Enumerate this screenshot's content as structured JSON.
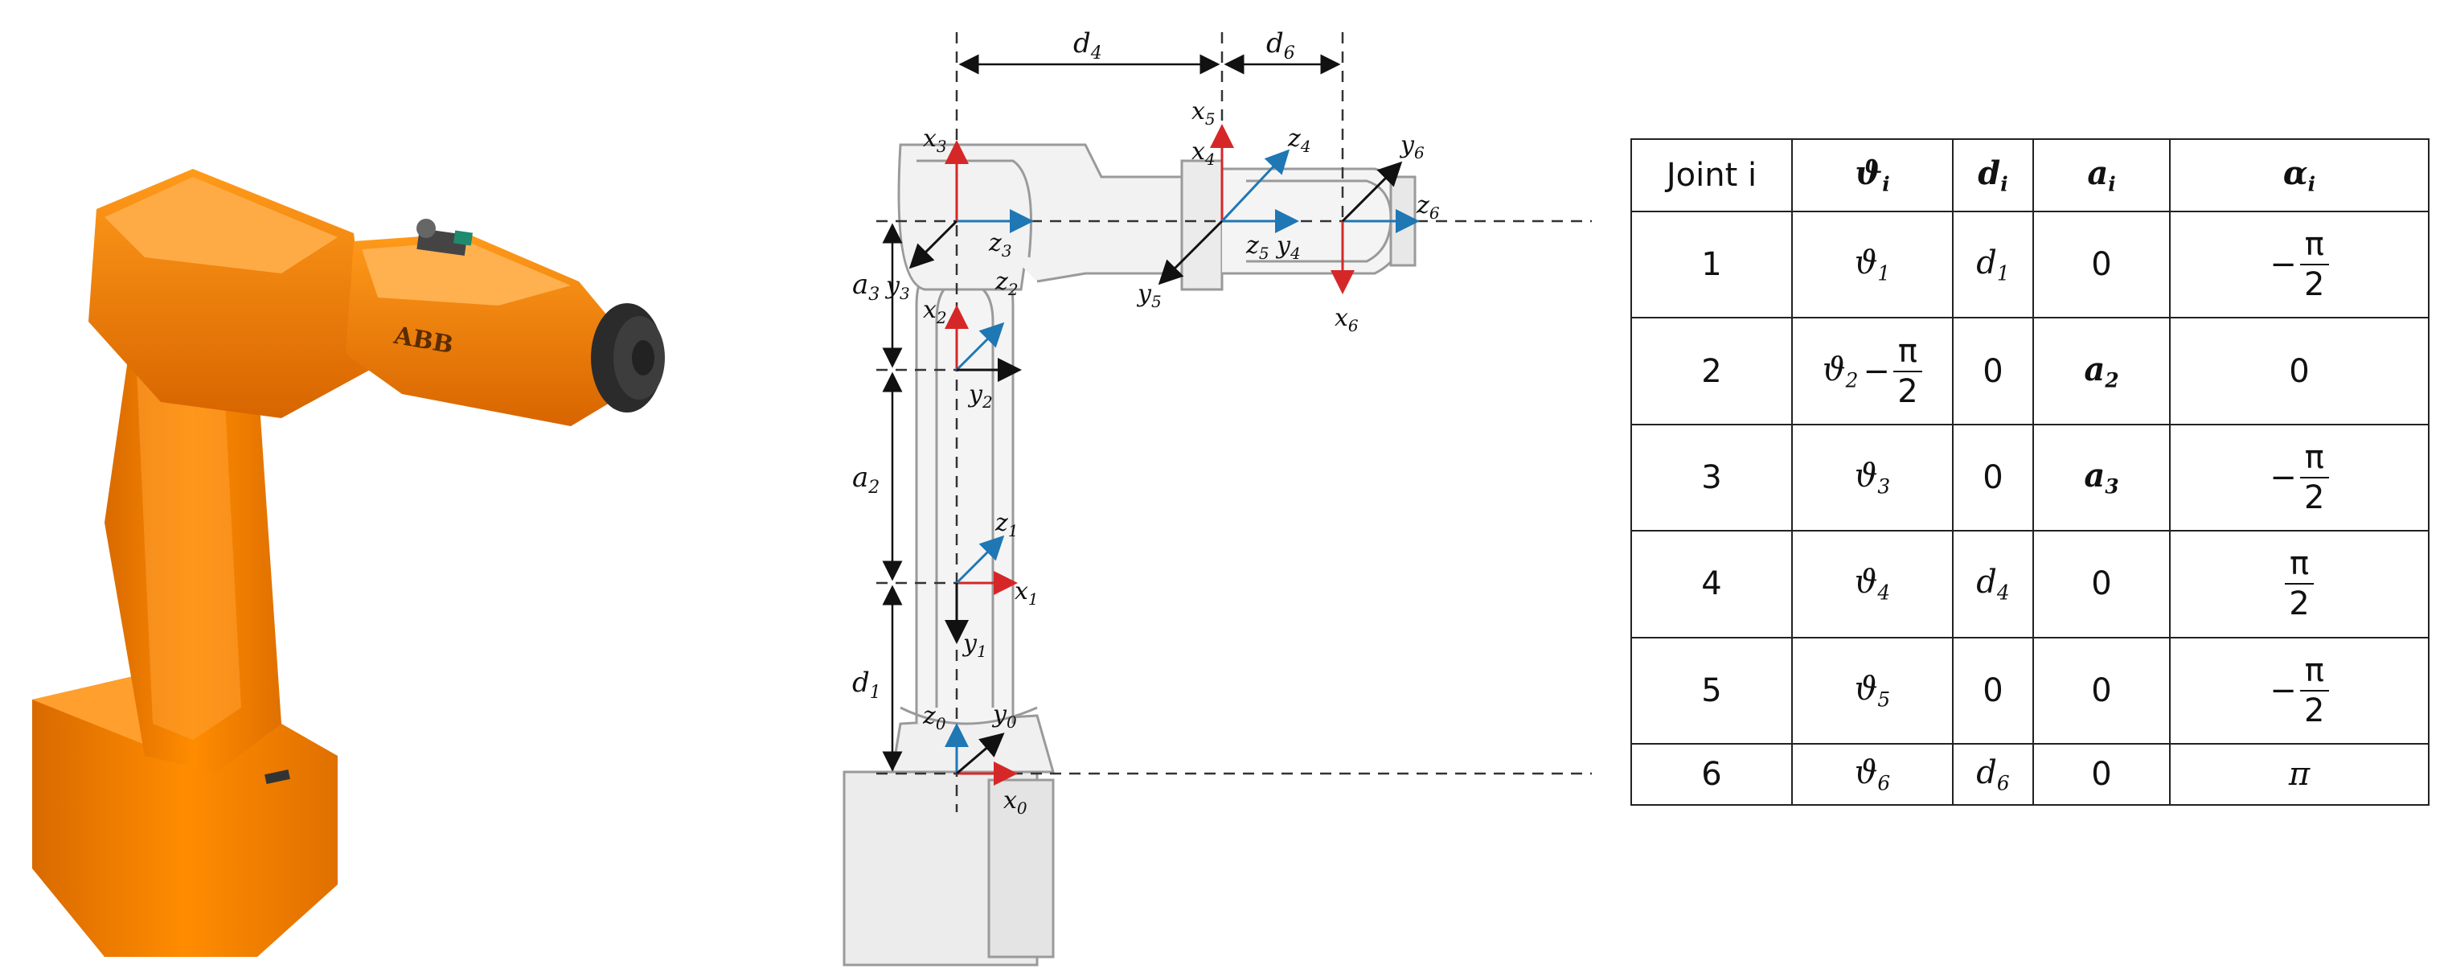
{
  "diagram": {
    "labels": {
      "d4": "d",
      "d4_sub": "4",
      "d6": "d",
      "d6_sub": "6",
      "a3": "a",
      "a3_sub": "3",
      "a2": "a",
      "a2_sub": "2",
      "d1": "d",
      "d1_sub": "1",
      "x0": "x",
      "x0_sub": "0",
      "y0": "y",
      "y0_sub": "0",
      "z0": "z",
      "z0_sub": "0",
      "x1": "x",
      "x1_sub": "1",
      "y1": "y",
      "y1_sub": "1",
      "z1": "z",
      "z1_sub": "1",
      "x2": "x",
      "x2_sub": "2",
      "y2": "y",
      "y2_sub": "2",
      "z2": "z",
      "z2_sub": "2",
      "x3": "x",
      "x3_sub": "3",
      "y3": "y",
      "y3_sub": "3",
      "z3": "z",
      "z3_sub": "3",
      "x4": "x",
      "x4_sub": "4",
      "y4": "y",
      "y4_sub": "4",
      "z4": "z",
      "z4_sub": "4",
      "x5": "x",
      "x5_sub": "5",
      "y5": "y",
      "y5_sub": "5",
      "z5": "z",
      "z5_sub": "5",
      "x6": "x",
      "x6_sub": "6",
      "y6": "y",
      "y6_sub": "6",
      "z6": "z",
      "z6_sub": "6"
    },
    "colors": {
      "x_axis": "#d62728",
      "z_axis": "#1f77b4",
      "y_axis": "#111111",
      "robot": "#ff8c00"
    },
    "photo_logo": "ABB"
  },
  "table": {
    "header": {
      "joint": "Joint i",
      "theta": "ϑ",
      "theta_sub": "i",
      "d": "d",
      "d_sub": "i",
      "a": "a",
      "a_sub": "i",
      "alpha": "α",
      "alpha_sub": "i"
    },
    "rows": [
      {
        "joint": "1",
        "theta": "ϑ",
        "theta_sub": "1",
        "theta_offset": "",
        "d": "d",
        "d_sub": "1",
        "a": "0",
        "alpha_sign": "−",
        "alpha_num": "π",
        "alpha_den": "2"
      },
      {
        "joint": "2",
        "theta": "ϑ",
        "theta_sub": "2",
        "theta_offset": "−",
        "theta_num": "π",
        "theta_den": "2",
        "d": "0",
        "a": "a",
        "a_sub": "2",
        "alpha": "0"
      },
      {
        "joint": "3",
        "theta": "ϑ",
        "theta_sub": "3",
        "d": "0",
        "a": "a",
        "a_sub": "3",
        "alpha_sign": "−",
        "alpha_num": "π",
        "alpha_den": "2"
      },
      {
        "joint": "4",
        "theta": "ϑ",
        "theta_sub": "4",
        "d": "d",
        "d_sub": "4",
        "a": "0",
        "alpha_num": "π",
        "alpha_den": "2"
      },
      {
        "joint": "5",
        "theta": "ϑ",
        "theta_sub": "5",
        "d": "0",
        "a": "0",
        "alpha_sign": "−",
        "alpha_num": "π",
        "alpha_den": "2"
      },
      {
        "joint": "6",
        "theta": "ϑ",
        "theta_sub": "6",
        "d": "d",
        "d_sub": "6",
        "a": "0",
        "alpha": "π"
      }
    ]
  }
}
